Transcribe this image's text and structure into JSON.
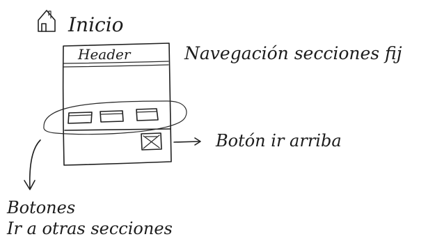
{
  "title": "Inicio",
  "header_label": "Header",
  "annotations": {
    "navigation": "Navegación secciones fij",
    "back_to_top": "Botón ir arriba",
    "section_buttons_line1": "Botones",
    "section_buttons_line2": "Ir a otras secciones"
  },
  "icons": {
    "title_icon": "home-icon",
    "up_button_icon": "x-box-icon"
  },
  "colors": {
    "ink": "#1f1f1f",
    "paper": "#ffffff"
  }
}
